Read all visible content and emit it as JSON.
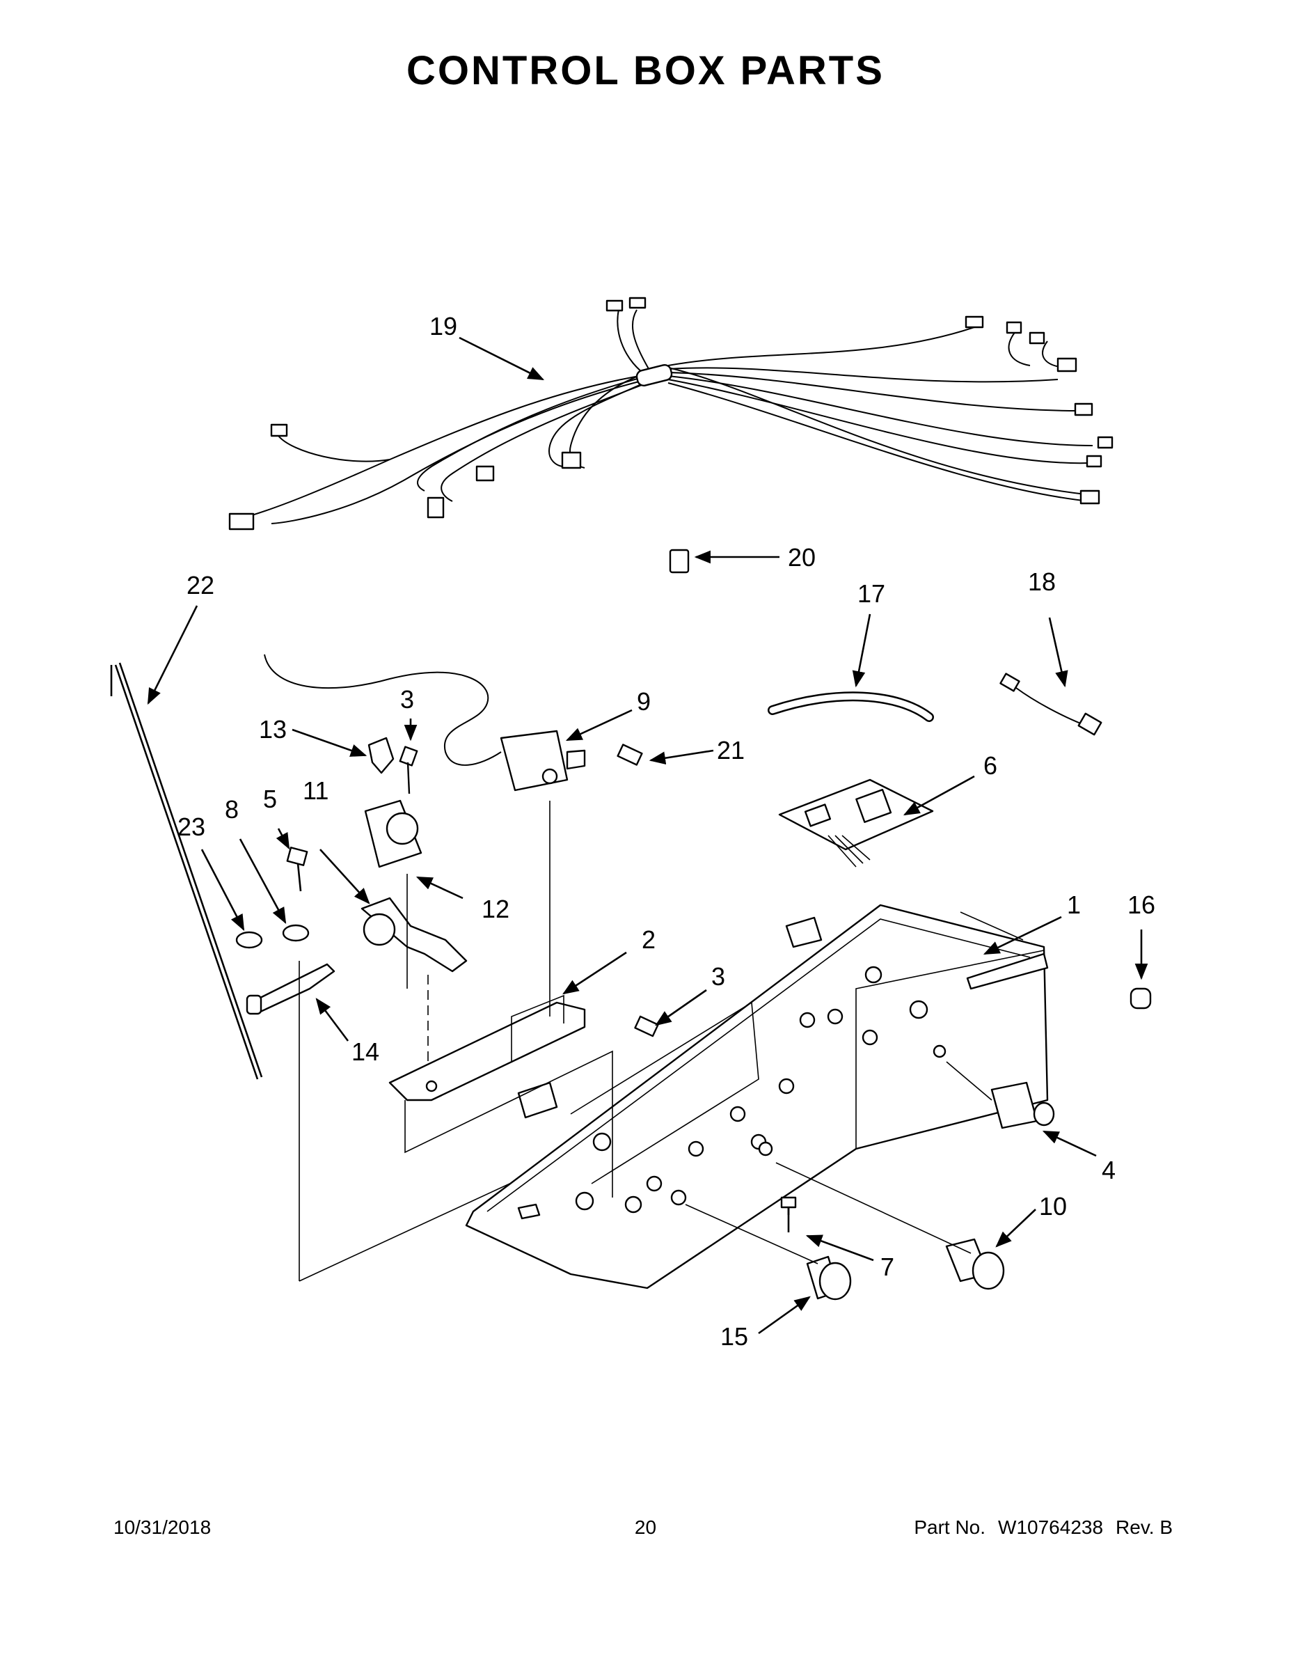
{
  "title": "CONTROL BOX PARTS",
  "callouts": [
    {
      "id": "c1",
      "label": "1"
    },
    {
      "id": "c2",
      "label": "2"
    },
    {
      "id": "c3a",
      "label": "3"
    },
    {
      "id": "c3b",
      "label": "3"
    },
    {
      "id": "c4",
      "label": "4"
    },
    {
      "id": "c5",
      "label": "5"
    },
    {
      "id": "c6",
      "label": "6"
    },
    {
      "id": "c7",
      "label": "7"
    },
    {
      "id": "c8",
      "label": "8"
    },
    {
      "id": "c9",
      "label": "9"
    },
    {
      "id": "c10",
      "label": "10"
    },
    {
      "id": "c11",
      "label": "11"
    },
    {
      "id": "c12",
      "label": "12"
    },
    {
      "id": "c13",
      "label": "13"
    },
    {
      "id": "c14",
      "label": "14"
    },
    {
      "id": "c15",
      "label": "15"
    },
    {
      "id": "c16",
      "label": "16"
    },
    {
      "id": "c17",
      "label": "17"
    },
    {
      "id": "c18",
      "label": "18"
    },
    {
      "id": "c19",
      "label": "19"
    },
    {
      "id": "c20",
      "label": "20"
    },
    {
      "id": "c21",
      "label": "21"
    },
    {
      "id": "c22",
      "label": "22"
    },
    {
      "id": "c23",
      "label": "23"
    }
  ],
  "footer": {
    "date": "10/31/2018",
    "page": "20",
    "part_label": "Part No.",
    "part_number": "W10764238",
    "revision": "Rev.  B"
  }
}
